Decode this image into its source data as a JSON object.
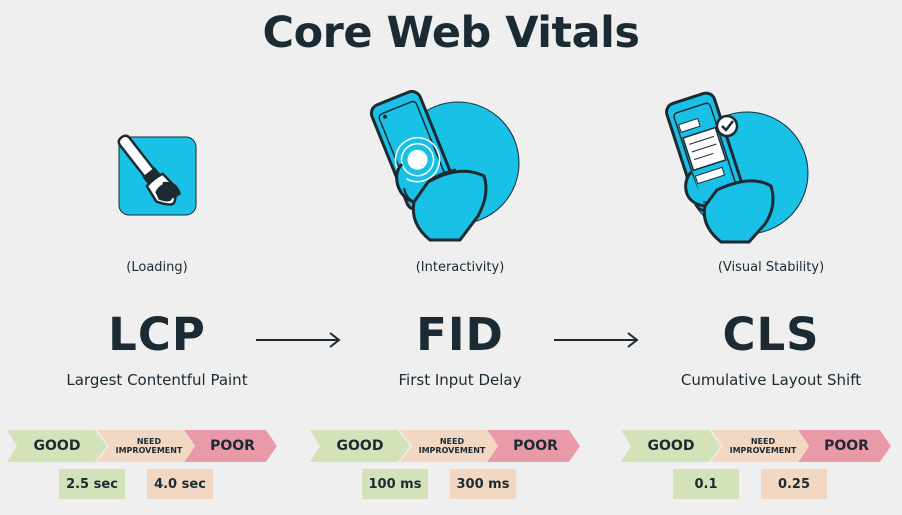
{
  "title": "Core Web Vitals",
  "colors": {
    "accent_cyan": "#19c1e6",
    "good": "#d3e2b9",
    "needs_improvement": "#f2d8c2",
    "poor": "#e89aa8",
    "text": "#1c2a33"
  },
  "scale_labels": {
    "good": "GOOD",
    "need_line1": "NEED",
    "need_line2": "IMPROVEMENT",
    "poor": "POOR"
  },
  "metrics": [
    {
      "icon": "paintbrush-icon",
      "subtitle": "(Loading)",
      "abbr": "LCP",
      "name": "Largest Contentful Paint",
      "good_threshold": "2.5 sec",
      "poor_threshold": "4.0 sec"
    },
    {
      "icon": "phone-tap-icon",
      "subtitle": "(Interactivity)",
      "abbr": "FID",
      "name": "First Input Delay",
      "good_threshold": "100 ms",
      "poor_threshold": "300 ms"
    },
    {
      "icon": "phone-check-icon",
      "subtitle": "(Visual Stability)",
      "abbr": "CLS",
      "name": "Cumulative Layout Shift",
      "good_threshold": "0.1",
      "poor_threshold": "0.25"
    }
  ]
}
